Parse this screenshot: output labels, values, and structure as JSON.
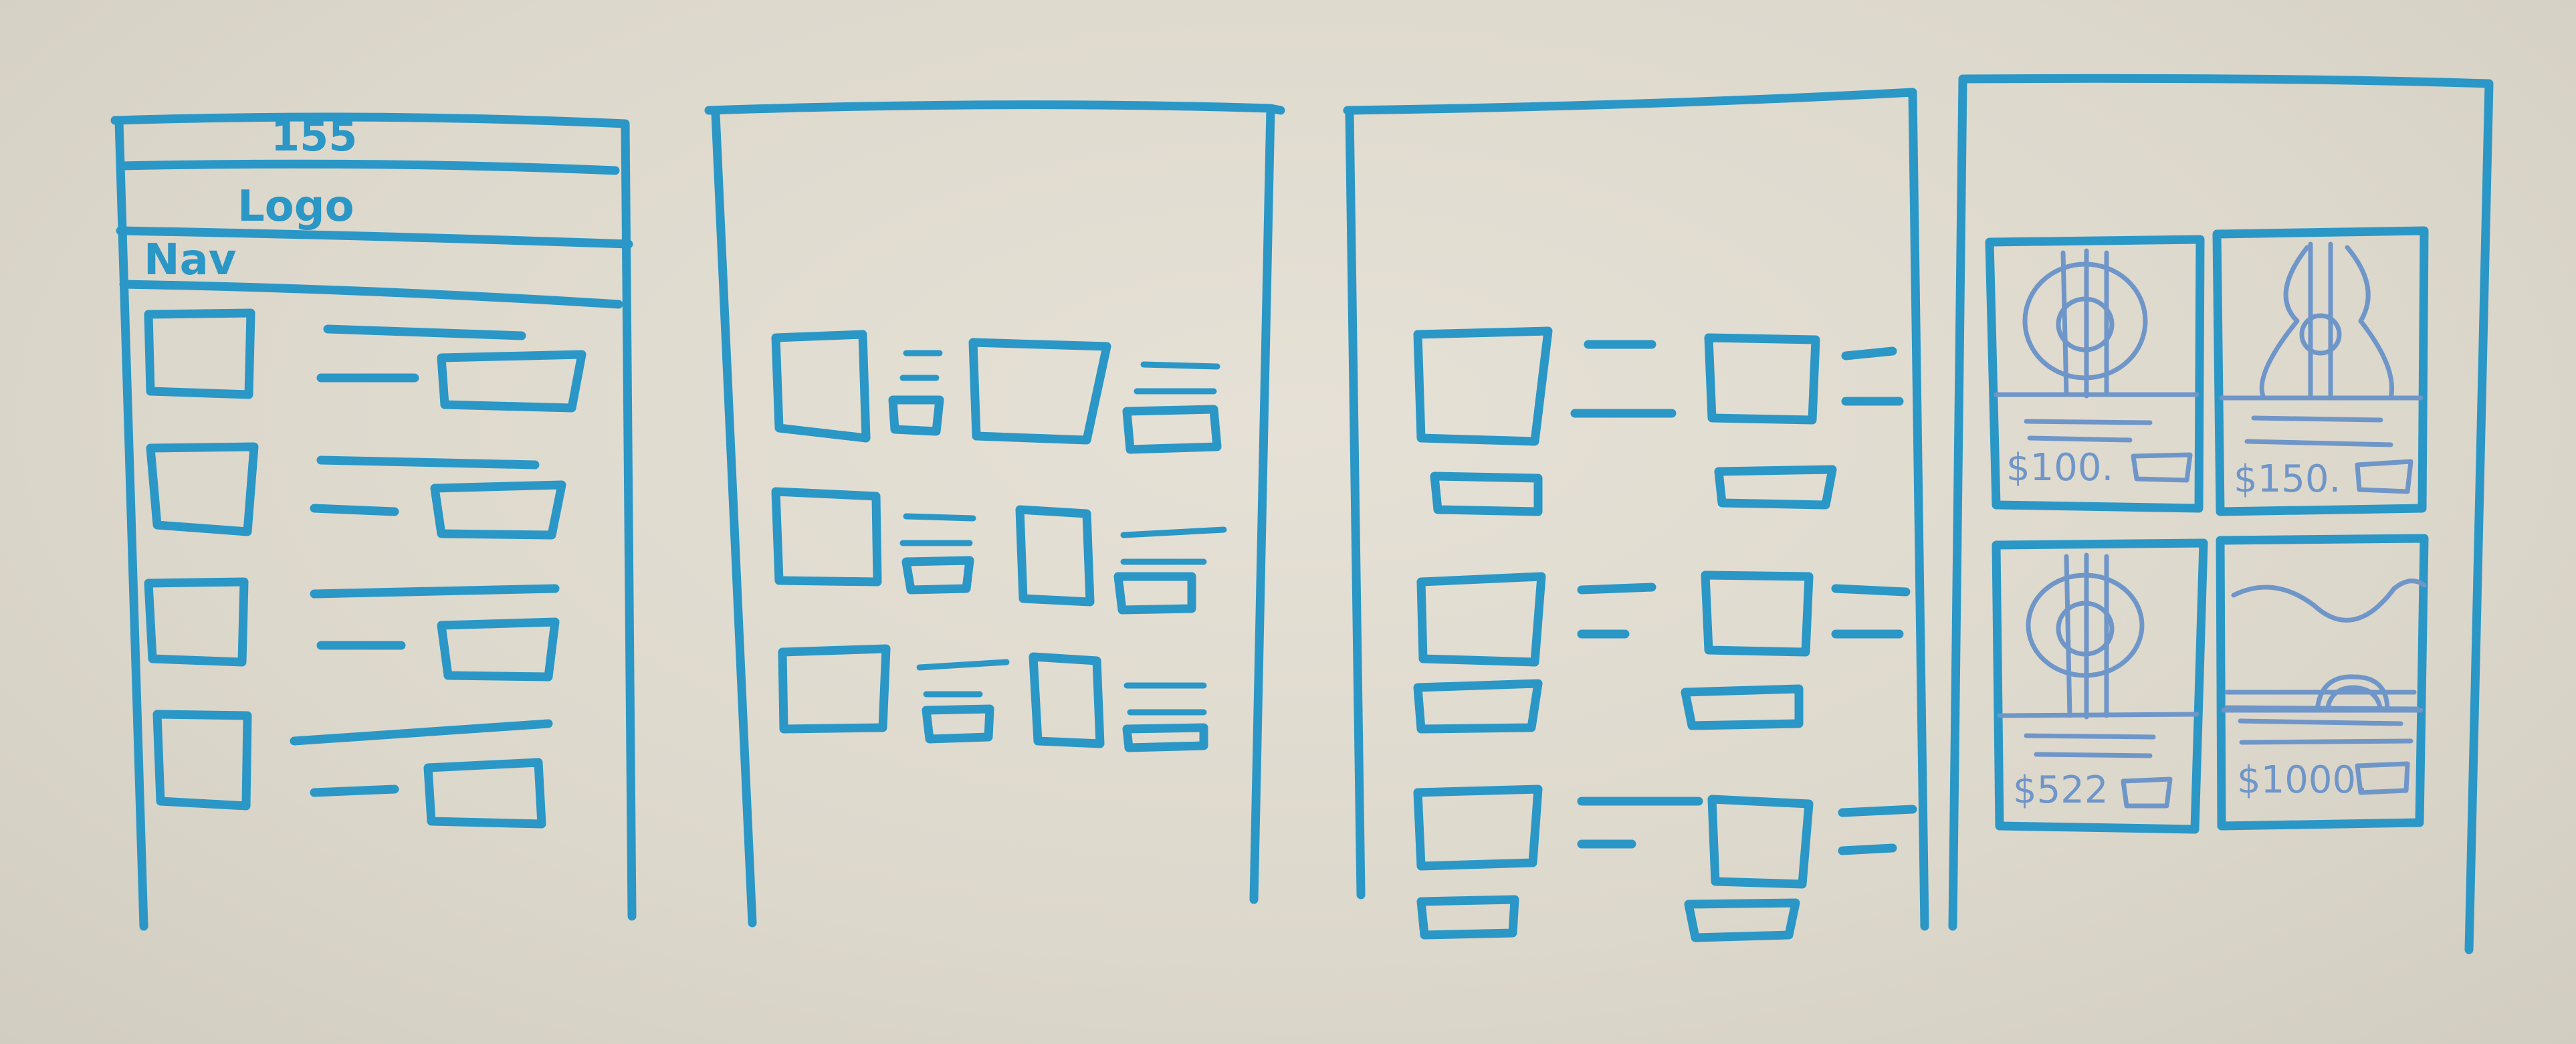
{
  "board": {
    "background": "#ddd8cc",
    "marker_color": "#2a97c6",
    "pencil_color": "#6f96c8"
  },
  "mockup_1": {
    "top_text": "155",
    "logo_text": "Logo",
    "nav_text": "Nav",
    "item_rows": 4
  },
  "mockup_2": {
    "item_rows": 3,
    "items_per_row": 2
  },
  "mockup_3": {
    "item_rows": 3,
    "items_per_row": 2
  },
  "mockup_4": {
    "cards": [
      {
        "image": "guitar-front-icon",
        "price": "$100."
      },
      {
        "image": "guitar-body-icon",
        "price": "$150."
      },
      {
        "image": "guitar-front-icon",
        "price": "$522"
      },
      {
        "image": "amplifier-icon",
        "price": "$1000."
      }
    ]
  }
}
